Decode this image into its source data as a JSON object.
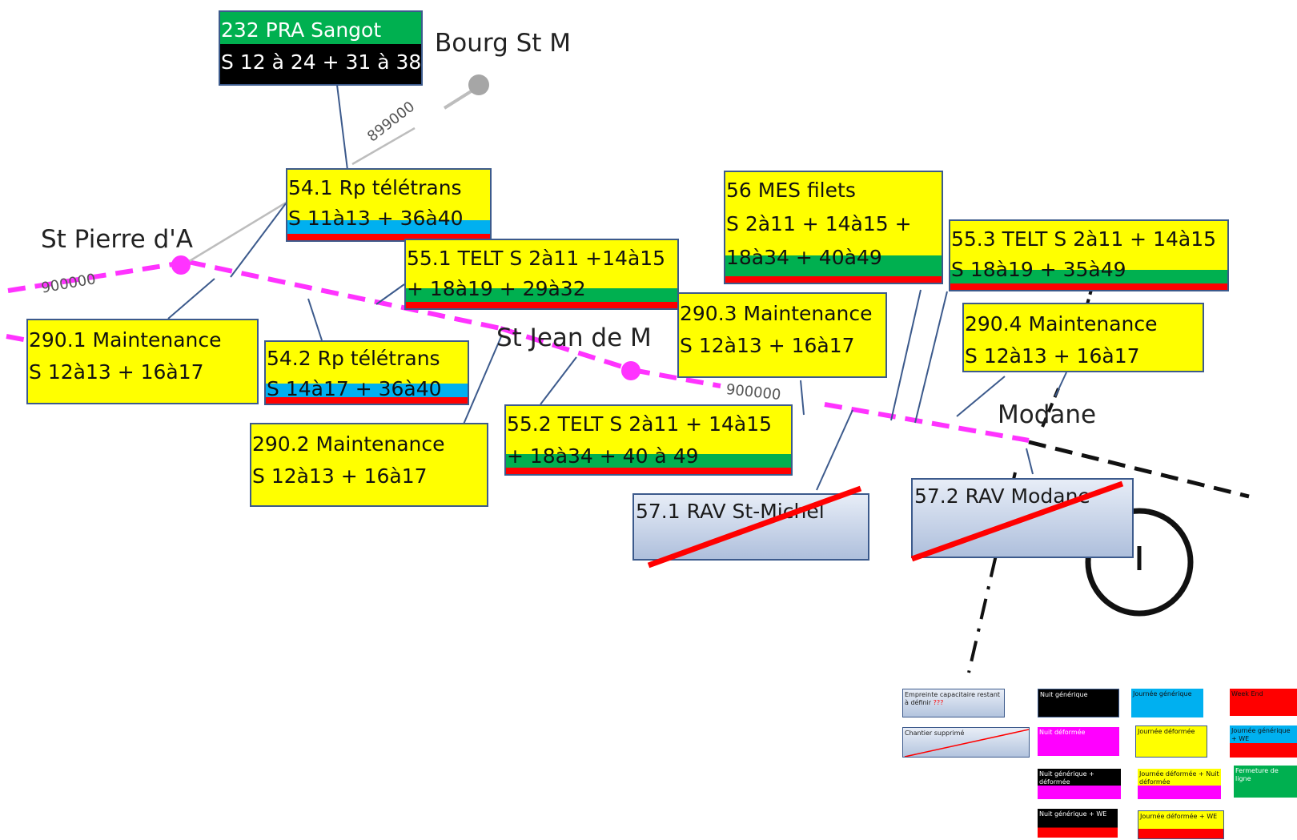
{
  "places": {
    "bourg": "Bourg St M",
    "st_pierre": "St Pierre d'A",
    "st_jean": "St Jean de M",
    "modane": "Modane"
  },
  "pk_labels": {
    "pk1": "899000",
    "pk2": "900000",
    "pk3": "900000"
  },
  "boxes": [
    {
      "id": "232",
      "lines": [
        "232 PRA Sangot",
        "S 12 à 24 + 31 à 38"
      ],
      "colors": [
        "#00b050",
        "#000000"
      ]
    },
    {
      "id": "54.1",
      "lines": [
        "54.1 Rp télétrans",
        "S 11à13 + 36à40"
      ],
      "colors": [
        "#ffff00",
        "#00b0f0",
        "#ff0000"
      ]
    },
    {
      "id": "55.1",
      "lines": [
        "55.1 TELT S 2à11 +14à15",
        "+ 18à19 + 29à32"
      ],
      "colors": [
        "#ffff00",
        "#00b050",
        "#ff0000"
      ]
    },
    {
      "id": "56",
      "lines": [
        "56 MES filets",
        "S 2à11 + 14à15 +",
        "18à34 + 40à49"
      ],
      "colors": [
        "#ffff00",
        "#00b050",
        "#ff0000"
      ]
    },
    {
      "id": "55.3",
      "lines": [
        "55.3 TELT S 2à11 + 14à15",
        "S 18à19 + 35à49"
      ],
      "colors": [
        "#ffff00",
        "#00b050",
        "#ff0000"
      ]
    },
    {
      "id": "290.1",
      "lines": [
        "290.1 Maintenance",
        "S 12à13 + 16à17"
      ],
      "colors": [
        "#ffff00"
      ]
    },
    {
      "id": "54.2",
      "lines": [
        "54.2 Rp télétrans",
        "S  14à17 + 36à40"
      ],
      "colors": [
        "#ffff00",
        "#00b0f0",
        "#ff0000"
      ]
    },
    {
      "id": "290.2",
      "lines": [
        "290.2 Maintenance",
        "S 12à13 + 16à17"
      ],
      "colors": [
        "#ffff00"
      ]
    },
    {
      "id": "290.3",
      "lines": [
        "290.3 Maintenance",
        "S 12à13 + 16à17"
      ],
      "colors": [
        "#ffff00"
      ]
    },
    {
      "id": "290.4",
      "lines": [
        "290.4 Maintenance",
        "S 12à13 + 16à17"
      ],
      "colors": [
        "#ffff00"
      ]
    },
    {
      "id": "55.2",
      "lines": [
        "55.2 TELT S 2à11 + 14à15",
        "+ 18à34 + 40 à 49"
      ],
      "colors": [
        "#ffff00",
        "#00b050",
        "#ff0000"
      ]
    }
  ],
  "rav": [
    {
      "id": "57.1",
      "label": "57.1  RAV St-Michel",
      "crossed": true
    },
    {
      "id": "57.2",
      "label": "57.2 RAV Modane",
      "crossed": true
    }
  ],
  "legend": {
    "empreinte": "Empreinte capacitaire restant à définir",
    "empreinte_q": "???",
    "nuit_generique": "Nuit générique",
    "journee_generique": "Journée générique",
    "week_end": "Week End",
    "chantier_supprime": "Chantier supprimé",
    "nuit_deformee": "Nuit déformée",
    "journee_deformee": "Journée déformée",
    "journee_generique_we": "Journée générique + WE",
    "nuit_generique_deformee": "Nuit générique + déformée",
    "journee_deformee_nuit_deformee": "Journée déformée + Nuit déformée",
    "fermeture_ligne": "Fermeture de ligne",
    "nuit_generique_we": "Nuit générique + WE",
    "journee_deformee_we": "Journée déformée + WE"
  },
  "colors": {
    "route": "#ff33ff",
    "yellow": "#ffff00",
    "green": "#00b050",
    "cyan": "#00b0f0",
    "red": "#ff0000",
    "black": "#000000",
    "magenta": "#ff00ff",
    "box_border": "#3c5a8c"
  }
}
